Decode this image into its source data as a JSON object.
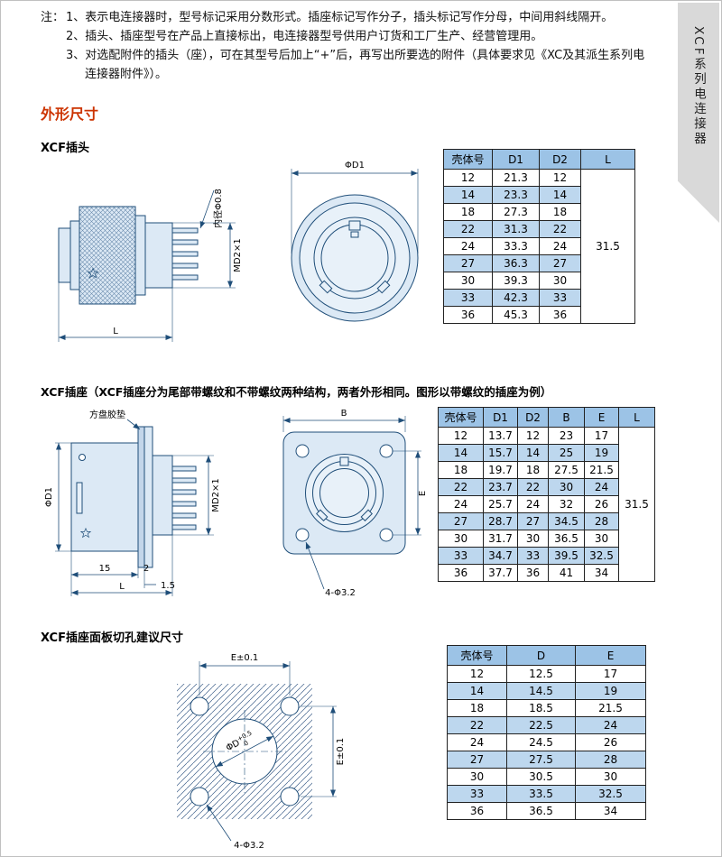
{
  "page": {
    "notes_prefix": "注：",
    "notes": [
      "1、表示电连接器时，型号标记采用分数形式。插座标记写作分子，插头标记写作分母，中间用斜线隔开。",
      "2、插头、插座型号在产品上直接标出，电连接器型号供用户订货和工厂生产、经营管理用。",
      "3、对选配附件的插头（座），可在其型号后加上“+”后，再写出所要选的附件（具体要求见《XC及其派生系列电连接器附件》）。"
    ],
    "sidebar_tab": "XCF系列电连接器",
    "section_title": "外形尺寸"
  },
  "colors": {
    "table_header_blue": "#9cc3e6",
    "table_row_blue": "#bdd7ee",
    "section_title_red": "#cc3300",
    "drawing_fill": "#dce9f5",
    "drawing_line": "#1f4e79",
    "sidebar_gray": "#d9d9d9"
  },
  "plug": {
    "title": "XCF插头",
    "labels": {
      "inner_dia": "内径Φ0.8",
      "thread": "MD2×1",
      "length": "L",
      "front_dia": "ΦD1"
    },
    "table": {
      "headers": [
        "壳体号",
        "D1",
        "D2",
        "L"
      ],
      "rows": [
        [
          "12",
          "21.3",
          "12"
        ],
        [
          "14",
          "23.3",
          "14"
        ],
        [
          "18",
          "27.3",
          "18"
        ],
        [
          "22",
          "31.3",
          "22"
        ],
        [
          "24",
          "33.3",
          "24"
        ],
        [
          "27",
          "36.3",
          "27"
        ],
        [
          "30",
          "39.3",
          "30"
        ],
        [
          "33",
          "42.3",
          "33"
        ],
        [
          "36",
          "45.3",
          "36"
        ]
      ],
      "merged_L": "31.5"
    }
  },
  "socket": {
    "title": "XCF插座（XCF插座分为尾部带螺纹和不带螺纹两种结构，两者外形相同。图形以带螺纹的插座为例）",
    "labels": {
      "gasket": "方盘胶垫",
      "dia": "ΦD1",
      "thread": "MD2×1",
      "dim15": "15",
      "dim2": "2",
      "dim1_5": "1.5",
      "length": "L",
      "width": "B",
      "height": "E",
      "holes": "4-Φ3.2"
    },
    "table": {
      "headers": [
        "壳体号",
        "D1",
        "D2",
        "B",
        "E",
        "L"
      ],
      "rows": [
        [
          "12",
          "13.7",
          "12",
          "23",
          "17"
        ],
        [
          "14",
          "15.7",
          "14",
          "25",
          "19"
        ],
        [
          "18",
          "19.7",
          "18",
          "27.5",
          "21.5"
        ],
        [
          "22",
          "23.7",
          "22",
          "30",
          "24"
        ],
        [
          "24",
          "25.7",
          "24",
          "32",
          "26"
        ],
        [
          "27",
          "28.7",
          "27",
          "34.5",
          "28"
        ],
        [
          "30",
          "31.7",
          "30",
          "36.5",
          "30"
        ],
        [
          "33",
          "34.7",
          "33",
          "39.5",
          "32.5"
        ],
        [
          "36",
          "37.7",
          "36",
          "41",
          "34"
        ]
      ],
      "merged_L": "31.5"
    }
  },
  "cutout": {
    "title": "XCF插座面板切孔建议尺寸",
    "labels": {
      "e_top": "E±0.1",
      "e_right": "E±0.1",
      "dia": "ΦD",
      "dia_tol_up": "+0.5",
      "dia_tol_down": "0",
      "holes": "4-Φ3.2"
    },
    "table": {
      "headers": [
        "壳体号",
        "D",
        "E"
      ],
      "rows": [
        [
          "12",
          "12.5",
          "17"
        ],
        [
          "14",
          "14.5",
          "19"
        ],
        [
          "18",
          "18.5",
          "21.5"
        ],
        [
          "22",
          "22.5",
          "24"
        ],
        [
          "24",
          "24.5",
          "26"
        ],
        [
          "27",
          "27.5",
          "28"
        ],
        [
          "30",
          "30.5",
          "30"
        ],
        [
          "33",
          "33.5",
          "32.5"
        ],
        [
          "36",
          "36.5",
          "34"
        ]
      ]
    }
  }
}
